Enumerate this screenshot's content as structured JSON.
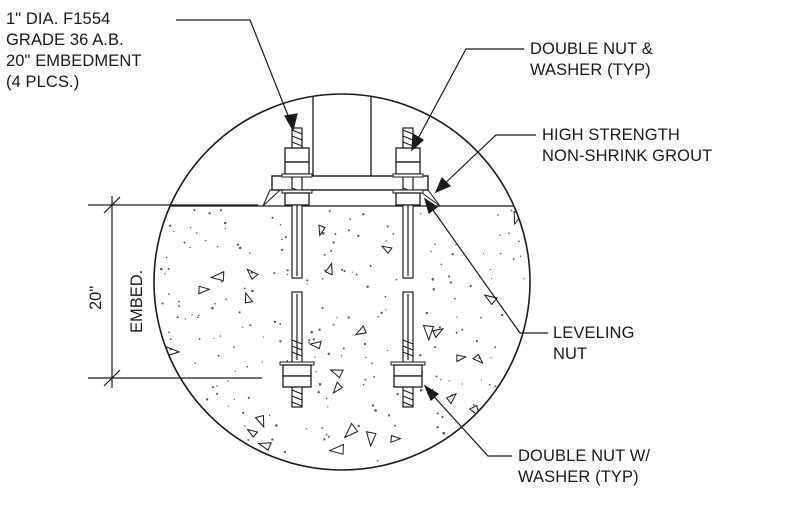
{
  "callouts": {
    "anchor_bolt": [
      "1\" DIA. F1554",
      "GRADE 36 A.B.",
      "20\" EMBEDMENT",
      "(4 PLCS.)"
    ],
    "top_nut": [
      "DOUBLE NUT &",
      "WASHER (TYP)"
    ],
    "grout": [
      "HIGH STRENGTH",
      "NON-SHRINK GROUT"
    ],
    "leveling_nut": [
      "LEVELING",
      "NUT"
    ],
    "bottom_nut": [
      "DOUBLE NUT W/",
      "WASHER (TYP)"
    ]
  },
  "dimension": {
    "value": "20\"",
    "label": "EMBED."
  },
  "colors": {
    "line": "#1a1a1a",
    "concrete_dot": "#555555"
  }
}
